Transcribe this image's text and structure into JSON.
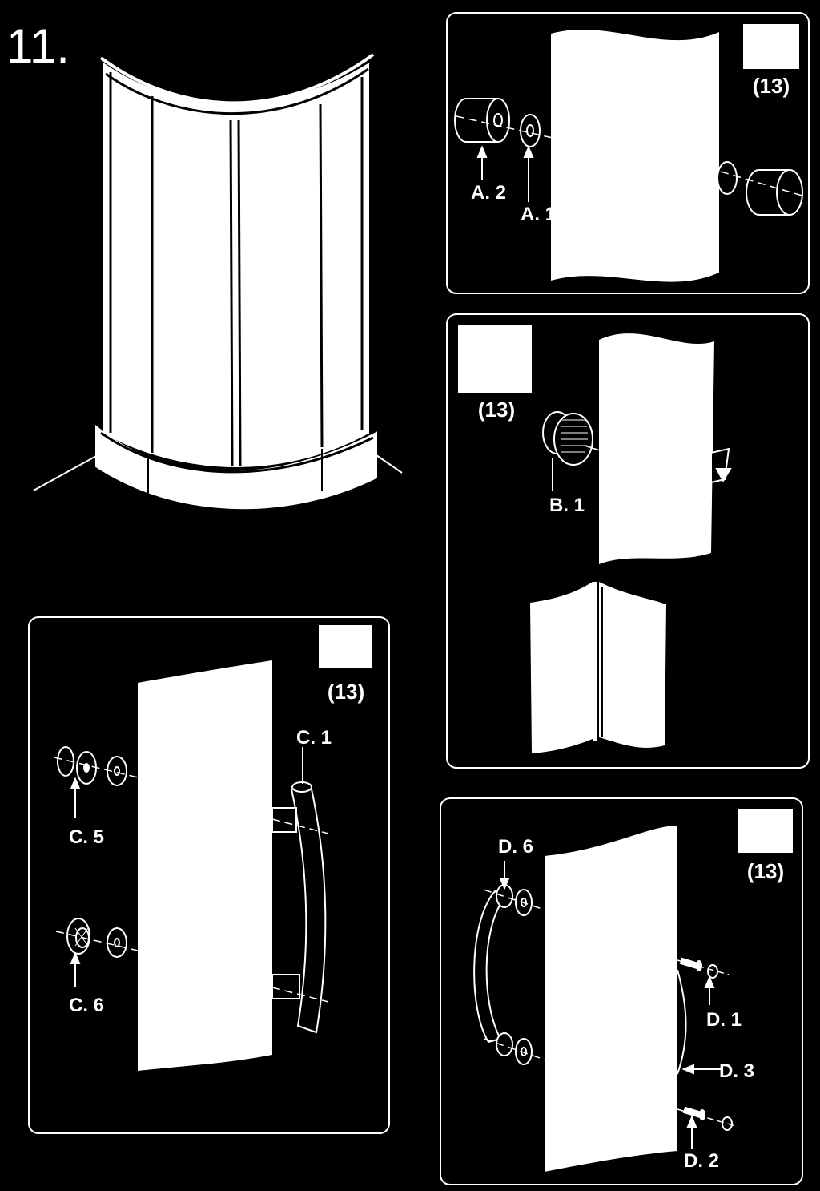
{
  "step": {
    "number": "11."
  },
  "panels": {
    "a": {
      "qty": "(13)",
      "labels": {
        "a2": "A. 2",
        "a1": "A. 1"
      }
    },
    "b": {
      "qty": "(13)",
      "labels": {
        "b1": "B. 1"
      }
    },
    "c": {
      "qty": "(13)",
      "labels": {
        "c1": "C. 1",
        "c5": "C. 5",
        "c6": "C. 6"
      }
    },
    "d": {
      "qty": "(13)",
      "labels": {
        "d6": "D. 6",
        "d1": "D. 1",
        "d3": "D. 3",
        "d2": "D. 2"
      }
    }
  },
  "colors": {
    "background": "#000000",
    "line": "#ffffff"
  }
}
